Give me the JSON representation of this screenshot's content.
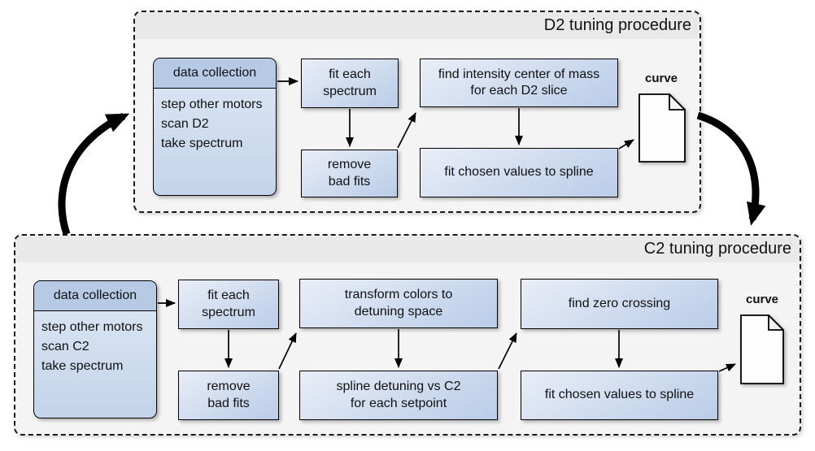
{
  "diagram": {
    "colors": {
      "node_fill_light": "#e9eef7",
      "node_fill_dark": "#b9cce8",
      "data_collection_header_fill": "#b6cae5",
      "node_border": "#000000",
      "container_fill": "#f4f4f4",
      "container_title_fill": "#e9e9e9",
      "arrow": "#000000",
      "background": "#ffffff"
    }
  },
  "procedures": [
    {
      "title": "D2 tuning procedure",
      "data_collection": {
        "header": "data collection",
        "steps": "step other motors\nscan D2\ntake spectrum"
      },
      "nodes": {
        "fit_each_spectrum": "fit each\nspectrum",
        "remove_bad_fits": "remove\nbad fits",
        "find_center_of_mass": "find intensity center of mass\nfor each D2 slice",
        "fit_spline": "fit chosen values to spline"
      },
      "output_label": "curve"
    },
    {
      "title": "C2 tuning procedure",
      "data_collection": {
        "header": "data collection",
        "steps": "step other motors\nscan C2\ntake spectrum"
      },
      "nodes": {
        "fit_each_spectrum": "fit each\nspectrum",
        "remove_bad_fits": "remove\nbad fits",
        "transform_colors": "transform colors to\ndetuning space",
        "spline_detuning": "spline detuning vs C2\nfor each setpoint",
        "find_zero_crossing": "find zero crossing",
        "fit_spline": "fit chosen values to spline"
      },
      "output_label": "curve"
    }
  ]
}
